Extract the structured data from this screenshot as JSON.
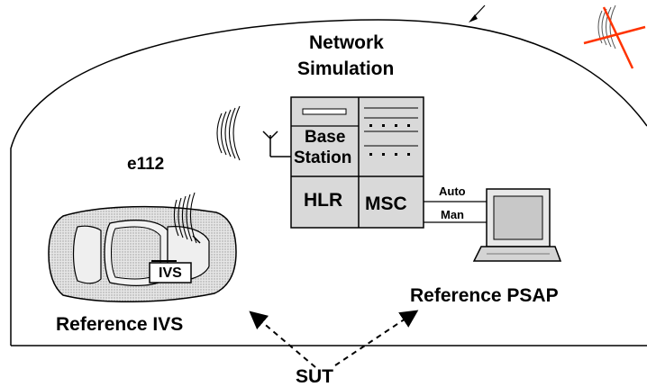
{
  "labels": {
    "network_simulation_line1": "Network",
    "network_simulation_line2": "Simulation",
    "base_station_line1": "Base",
    "base_station_line2": "Station",
    "hlr": "HLR",
    "msc": "MSC",
    "auto": "Auto",
    "man": "Man",
    "e112": "e112",
    "ivs": "IVS",
    "reference_ivs": "Reference IVS",
    "reference_psap": "Reference PSAP",
    "sut": "SUT"
  },
  "colors": {
    "outline": "#000000",
    "rack_fill": "#d9d9d9",
    "laptop_screen": "#c8c8c8",
    "crossed_antenna": "#ff3300",
    "car_body": "#cfcfcf"
  },
  "icons": [
    "radio-wave-icon",
    "antenna-icon",
    "laptop-icon",
    "car-icon",
    "crossed-antenna-icon"
  ]
}
